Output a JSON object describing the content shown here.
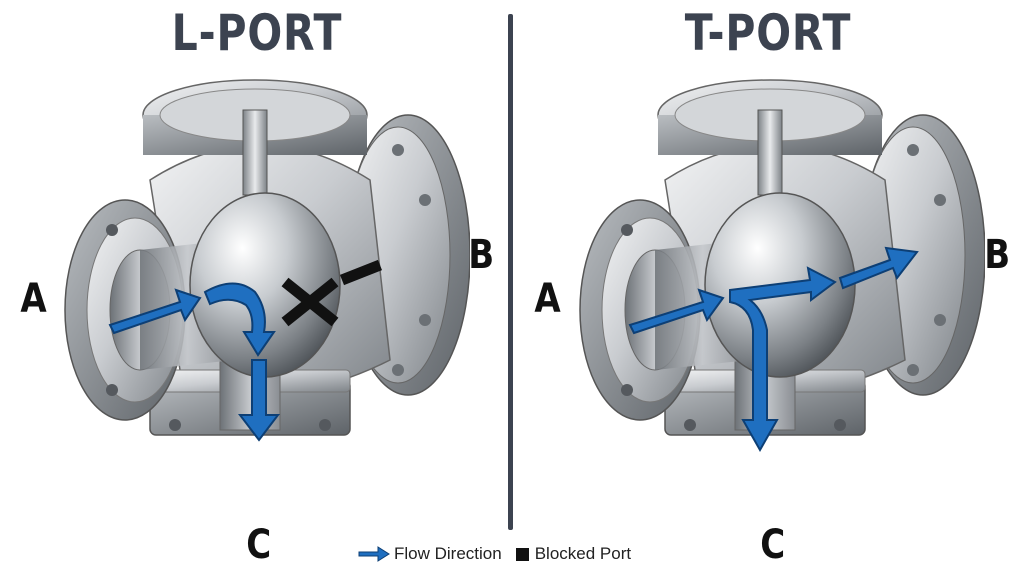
{
  "panels": [
    {
      "title": "L-PORT",
      "ports": {
        "a": "A",
        "b": "B",
        "c": "C"
      }
    },
    {
      "title": "T-PORT",
      "ports": {
        "a": "A",
        "b": "B",
        "c": "C"
      }
    }
  ],
  "legend": {
    "flow_label": "Flow Direction",
    "blocked_label": "Blocked Port"
  },
  "colors": {
    "flow_arrow": "#1f6fc0",
    "title": "#3c4350",
    "metal_light": "#e4e6e8",
    "metal_dark": "#8a8f94"
  }
}
